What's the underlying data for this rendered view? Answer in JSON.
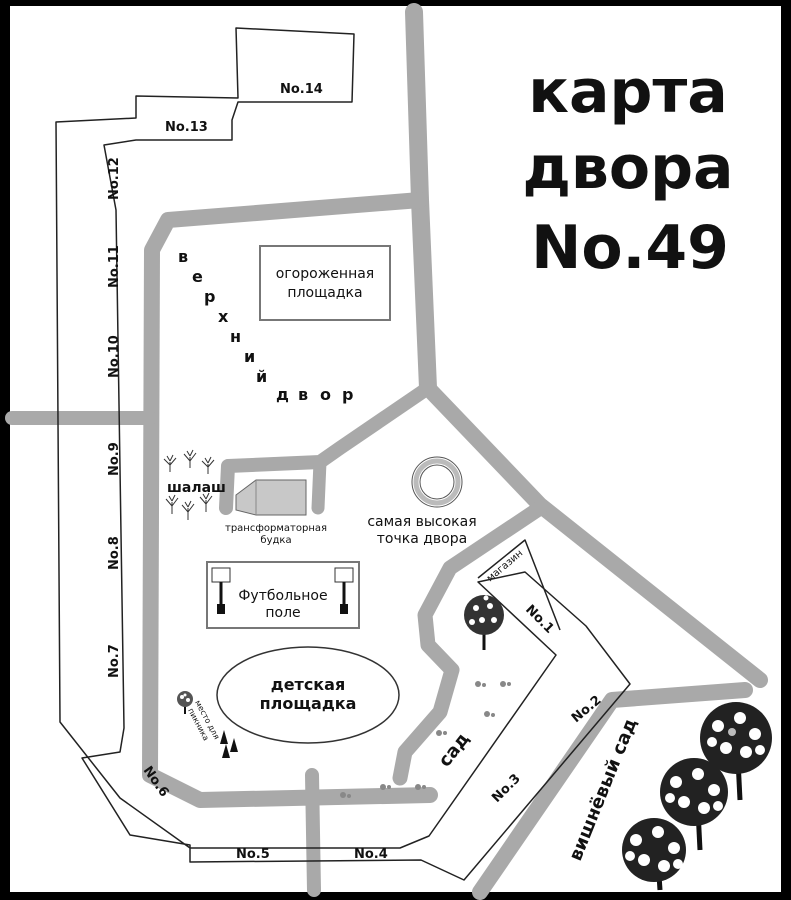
{
  "title": {
    "line1": "карта",
    "line2": "двора",
    "line3": "No.49"
  },
  "areas": {
    "fenced_playground": [
      "огороженная",
      "площадка"
    ],
    "upper_yard": [
      "в",
      "е",
      "р",
      "х",
      "н",
      "и",
      "й"
    ],
    "upper_yard_2": [
      "д",
      "в",
      "о",
      "р"
    ],
    "shelter": "шалаш",
    "transformer_booth": [
      "трансформаторная",
      "будка"
    ],
    "highest_point": [
      "самая высокая",
      "точка двора"
    ],
    "football_field": [
      "Футбольное",
      "поле"
    ],
    "kids_playground": [
      "детская",
      "площадка"
    ],
    "picnic_place": [
      "место для",
      "пикника"
    ],
    "garden": "сад",
    "shop": "магазин",
    "cherry_garden": "вишнёвый сад"
  },
  "buildings": {
    "n1": "No.1",
    "n2": "No.2",
    "n3": "No.3",
    "n4": "No.4",
    "n5": "No.5",
    "n6": "No.6",
    "n7": "No.7",
    "n8": "No.8",
    "n9": "No.9",
    "n10": "No.10",
    "n11": "No.11",
    "n12": "No.12",
    "n13": "No.13",
    "n14": "No.14"
  },
  "colors": {
    "frame": "#000000",
    "paper": "#ffffff",
    "road": "#a9a9a9",
    "outline": "#222222"
  }
}
